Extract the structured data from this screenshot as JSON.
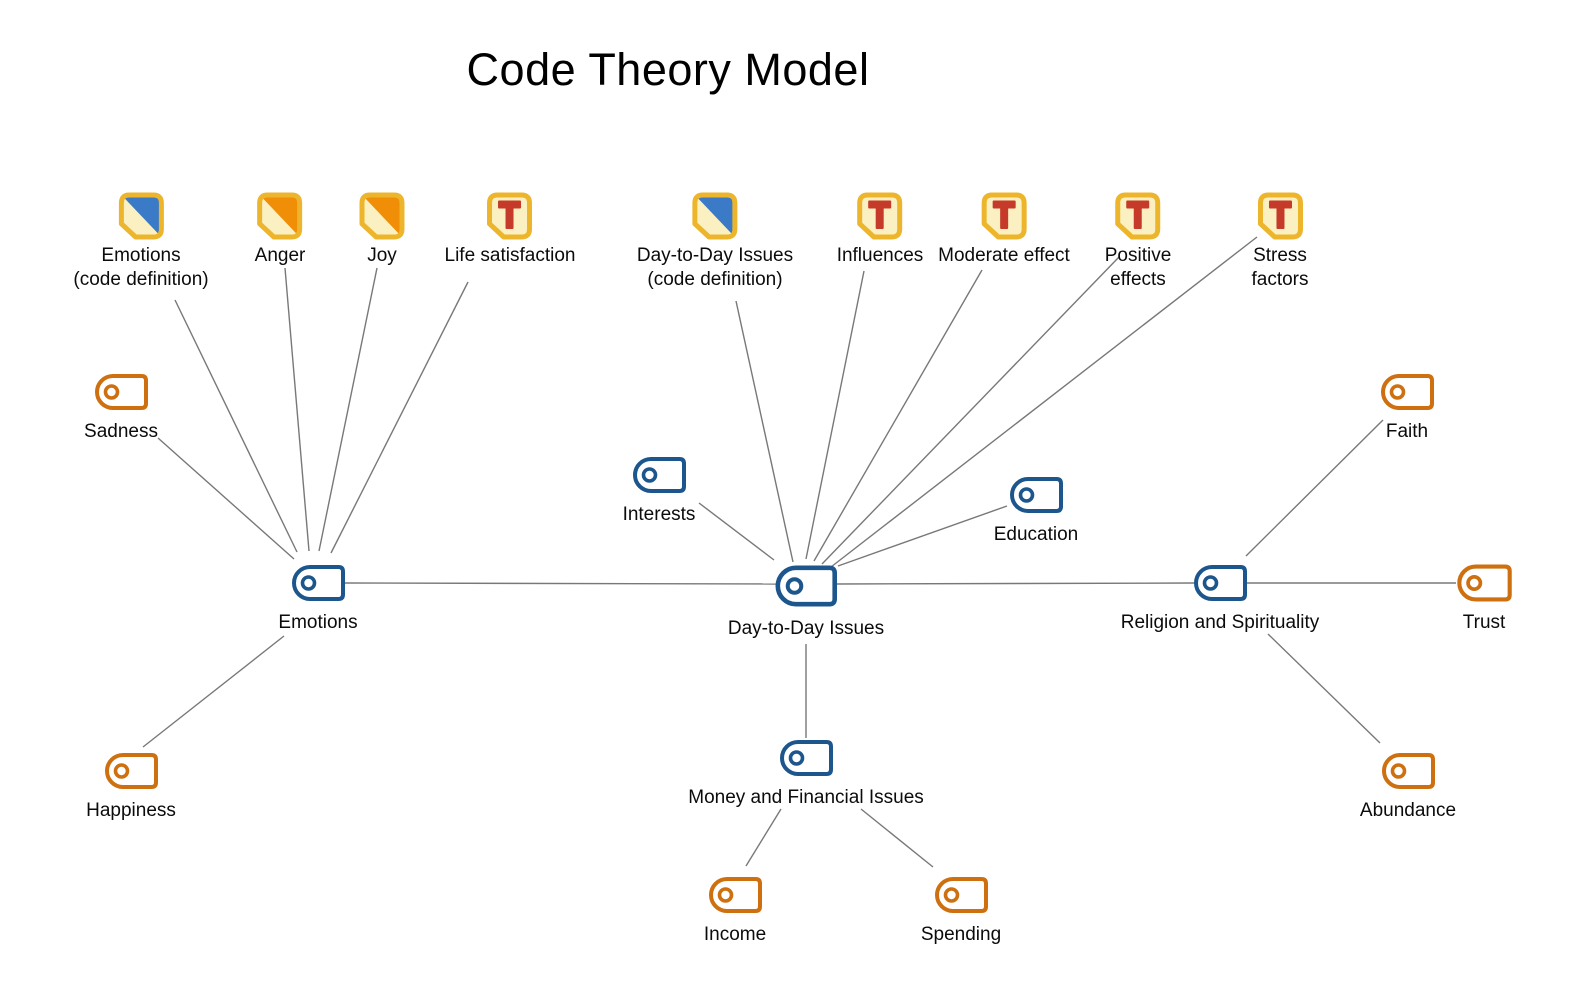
{
  "title": "Code Theory Model",
  "colors": {
    "code_blue": "#1C568D",
    "code_orange": "#CE700F",
    "memo_border_gold": "#EDB52B",
    "memo_cream": "#FAF0C2",
    "memo_blue": "#3B7AC6",
    "memo_orange": "#F08E07",
    "memo_text_red": "#C53A28",
    "connector_gray": "#787878",
    "background": "#ffffff"
  },
  "icon_names": {
    "memo-blue": "code-definition-memo-icon",
    "memo-orange": "memo-icon",
    "memo-text": "text-memo-icon",
    "tag": "code-tag-icon"
  },
  "memos": [
    {
      "kind": "memo-blue",
      "lines": [
        "Emotions",
        "(code definition)"
      ]
    },
    {
      "kind": "memo-orange",
      "lines": [
        "Anger"
      ]
    },
    {
      "kind": "memo-orange",
      "lines": [
        "Joy"
      ]
    },
    {
      "kind": "memo-text",
      "lines": [
        "Life satisfaction"
      ]
    },
    {
      "kind": "memo-blue",
      "lines": [
        "Day-to-Day Issues",
        "(code definition)"
      ]
    },
    {
      "kind": "memo-text",
      "lines": [
        "Influences"
      ]
    },
    {
      "kind": "memo-text",
      "lines": [
        "Moderate effect"
      ]
    },
    {
      "kind": "memo-text",
      "lines": [
        "Positive",
        "effects"
      ]
    },
    {
      "kind": "memo-text",
      "lines": [
        "Stress",
        "factors"
      ]
    }
  ],
  "codes": [
    {
      "label": "Sadness",
      "color": "orange"
    },
    {
      "label": "Emotions",
      "color": "blue"
    },
    {
      "label": "Happiness",
      "color": "orange"
    },
    {
      "label": "Interests",
      "color": "blue"
    },
    {
      "label": "Day-to-Day Issues",
      "color": "blue"
    },
    {
      "label": "Education",
      "color": "blue"
    },
    {
      "label": "Money and Financial Issues",
      "color": "blue"
    },
    {
      "label": "Income",
      "color": "orange"
    },
    {
      "label": "Spending",
      "color": "orange"
    },
    {
      "label": "Religion and Spirituality",
      "color": "blue"
    },
    {
      "label": "Faith",
      "color": "orange"
    },
    {
      "label": "Trust",
      "color": "orange"
    },
    {
      "label": "Abundance",
      "color": "orange"
    }
  ]
}
